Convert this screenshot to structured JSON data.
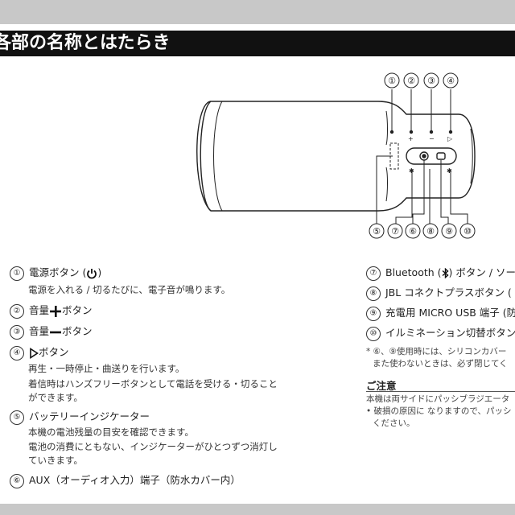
{
  "header": {
    "title": "各部の名称とはたらき"
  },
  "diagram": {
    "callouts_top": [
      "①",
      "②",
      "③",
      "④"
    ],
    "callouts_bottom": [
      "⑤",
      "⑦",
      "⑥",
      "⑧",
      "⑨",
      "⑩"
    ]
  },
  "left_items": [
    {
      "num": "①",
      "label_pre": "電源ボタン (",
      "icon": "power-icon",
      "label_post": ")",
      "desc": [
        "電源を入れる / 切るたびに、電子音が鳴ります。"
      ]
    },
    {
      "num": "②",
      "label_pre": "音量",
      "icon": "plus-icon",
      "label_post": "ボタン",
      "desc": []
    },
    {
      "num": "③",
      "label_pre": "音量",
      "icon": "minus-icon",
      "label_post": "ボタン",
      "desc": []
    },
    {
      "num": "④",
      "label_pre": "",
      "icon": "play-icon",
      "label_post": "ボタン",
      "desc": [
        "再生・一時停止・曲送りを行います。",
        "着信時はハンズフリーボタンとして電話を受ける・切ること",
        "ができます。"
      ]
    },
    {
      "num": "⑤",
      "label_pre": "バッテリーインジケーター",
      "icon": "",
      "label_post": "",
      "desc": [
        "本機の電池残量の目安を確認できます。",
        "電池の消費にともない、インジケーターがひとつずつ消灯し",
        "ていきます。"
      ]
    },
    {
      "num": "⑥",
      "label_pre": "AUX（オーディオ入力）端子（防水カバー内）",
      "icon": "",
      "label_post": "",
      "desc": []
    }
  ],
  "right_items": [
    {
      "num": "⑦",
      "label": "Bluetooth (",
      "icon": "bluetooth-icon",
      "label_post": ") ボタン / ソー"
    },
    {
      "num": "⑧",
      "label": "JBL コネクトプラスボタン (",
      "icon": "",
      "label_post": ""
    },
    {
      "num": "⑨",
      "label": "充電用 MICRO USB 端子 (防",
      "icon": "",
      "label_post": ""
    },
    {
      "num": "⑩",
      "label": "イルミネーション切替ボタン",
      "icon": "",
      "label_post": ""
    }
  ],
  "footnote": [
    "* ⑥、⑨使用時には、シリコンカバー",
    "また使わないときは、必ず閉じてく"
  ],
  "caution": {
    "title": "ご注意",
    "lines": [
      "本機は両サイドにパッシブラジエータ",
      "• 破損の原因に なりますので、パッシ",
      "ください。"
    ]
  }
}
